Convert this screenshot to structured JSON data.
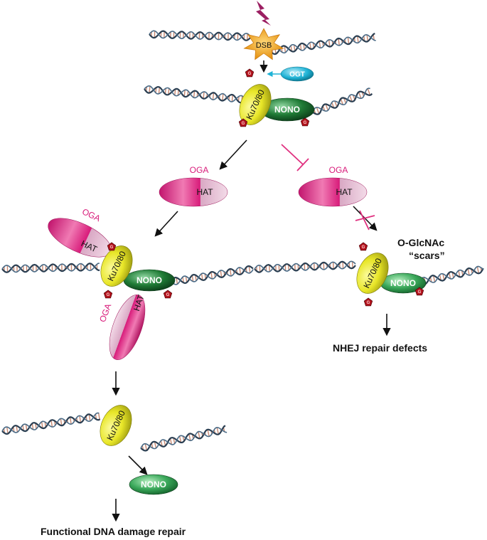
{
  "labels": {
    "dsb": "DSB",
    "ogt": "OGT",
    "ku": "Ku70/80",
    "nono": "NONO",
    "oga": "OGA",
    "hat": "HAT",
    "g": "G",
    "scars_line1": "O-GlcNAc",
    "scars_line2": "“scars”",
    "nhej": "NHEJ repair defects",
    "functional": "Functional DNA damage repair"
  },
  "colors": {
    "ku_yellow": "#e8e628",
    "nono_green": "#1f7a35",
    "oga_magenta": "#d81b7a",
    "hat_pink": "#e3b8d0",
    "ogt_cyan": "#1fb3d6",
    "dsb_orange": "#f2a51a",
    "inhibit": "#e0307f",
    "dna_strand": "#2b3f52",
    "dna_rung": "#b96a4e",
    "g_red": "#b3141e",
    "lightning": "#9b1f62"
  },
  "icons": [
    "lightning-icon",
    "dsb-star-icon",
    "o-glcnac-icon",
    "inhibition-icon",
    "block-cross-icon"
  ]
}
